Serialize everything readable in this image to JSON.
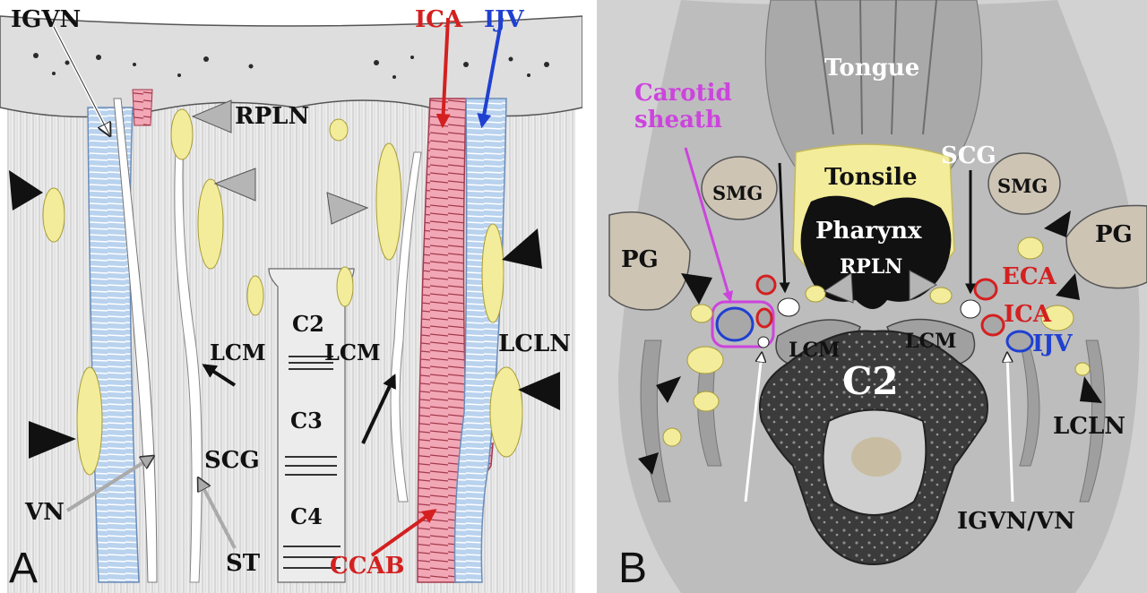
{
  "colors": {
    "artery": "#d42020",
    "vein": "#2040d0",
    "sheath": "#cc44dd",
    "node": "#f3ec9a",
    "black": "#111111",
    "white": "#ffffff"
  },
  "panel_a": {
    "panel_letter": "A",
    "labels": {
      "igvn": "IGVN",
      "ica": "ICA",
      "ijv": "IJV",
      "rpln": "RPLN",
      "c2": "C2",
      "lcm_left": "LCM",
      "lcm_right": "LCM",
      "c3": "C3",
      "c4": "C4",
      "lcln": "LCLN",
      "scg": "SCG",
      "vn": "VN",
      "st": "ST",
      "ccab": "CCAB"
    }
  },
  "panel_b": {
    "panel_letter": "B",
    "labels": {
      "tongue": "Tongue",
      "carotid_sheath_line1": "Carotid",
      "carotid_sheath_line2": "sheath",
      "scg": "SCG",
      "tonsile": "Tonsile",
      "smg_left": "SMG",
      "smg_right": "SMG",
      "pharynx": "Pharynx",
      "pg_left": "PG",
      "pg_right": "PG",
      "rpln": "RPLN",
      "eca": "ECA",
      "ica": "ICA",
      "ijv": "IJV",
      "lcm_left": "LCM",
      "lcm_right": "LCM",
      "c2": "C2",
      "lcln": "LCLN",
      "igvn_vn": "IGVN/VN"
    }
  }
}
